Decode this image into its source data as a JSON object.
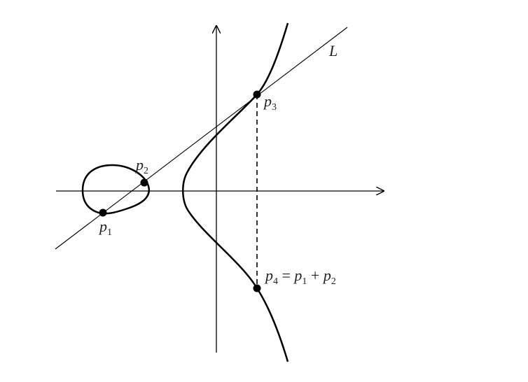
{
  "figure": {
    "line_label": "L",
    "points": [
      {
        "id": "p1",
        "base": "p",
        "sub": "1"
      },
      {
        "id": "p2",
        "base": "p",
        "sub": "2"
      },
      {
        "id": "p3",
        "base": "p",
        "sub": "3"
      },
      {
        "id": "p4",
        "base": "p",
        "sub": "4",
        "equation": {
          "eq": " = ",
          "a": "p",
          "a_sub": "1",
          "plus": " + ",
          "b": "p",
          "b_sub": "2"
        }
      }
    ],
    "colors": {
      "ink": "#000000",
      "text": "#222222",
      "background": "#ffffff"
    }
  }
}
